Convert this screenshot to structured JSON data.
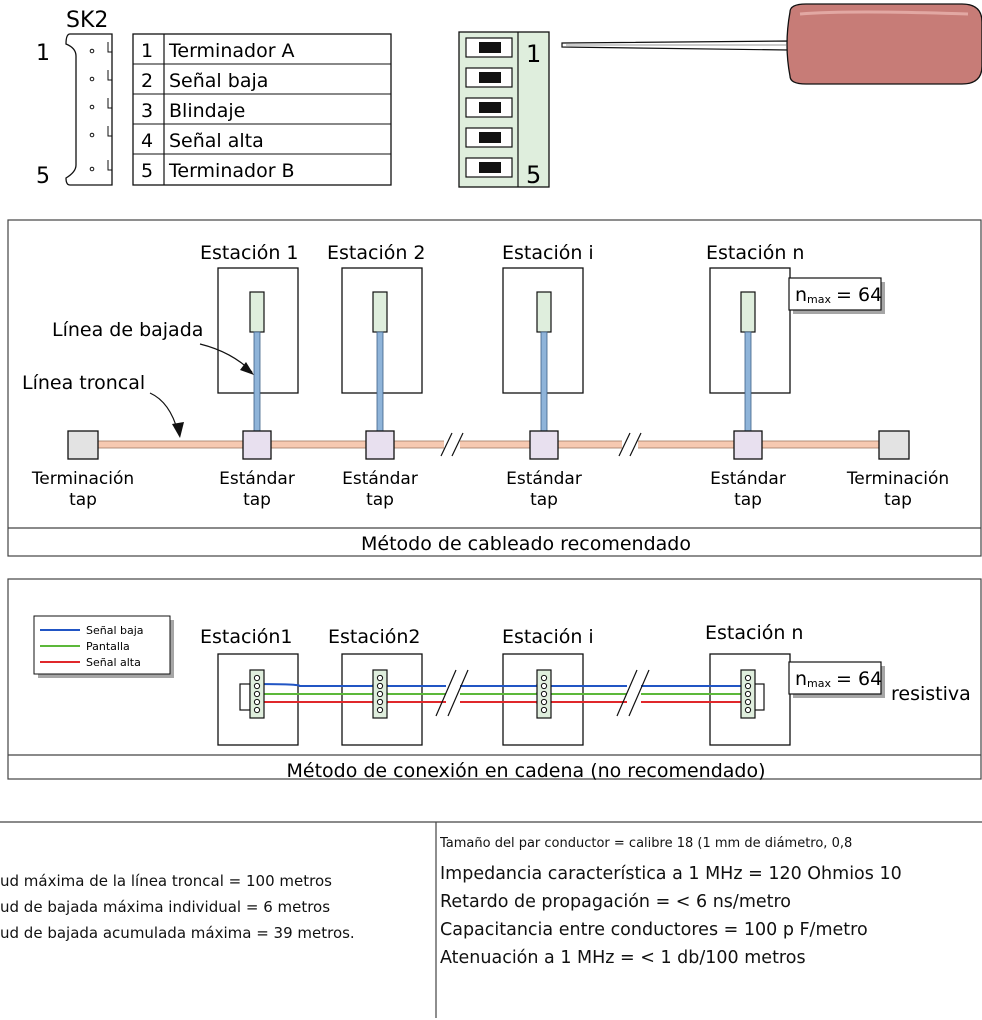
{
  "connector": {
    "title": "SK2",
    "pin_first": "1",
    "pin_last": "5",
    "pins": [
      {
        "num": "1",
        "label": "Terminador A"
      },
      {
        "num": "2",
        "label": "Señal baja"
      },
      {
        "num": "3",
        "label": "Blindaje"
      },
      {
        "num": "4",
        "label": "Señal alta"
      },
      {
        "num": "5",
        "label": "Terminador B"
      }
    ]
  },
  "switch_block": {
    "label_top": "1",
    "label_bottom": "5"
  },
  "recommended": {
    "caption": "Método de cableado recomendado",
    "stations": [
      "Estación 1",
      "Estación 2",
      "Estación i",
      "Estación n"
    ],
    "nmax_sub": "max",
    "nmax_value": " = 64",
    "drop_line_label": "Línea de bajada",
    "trunk_line_label": "Línea troncal",
    "taps": [
      {
        "l1": "Terminación",
        "l2": "tap"
      },
      {
        "l1": "Estándar",
        "l2": "tap"
      },
      {
        "l1": "Estándar",
        "l2": "tap"
      },
      {
        "l1": "Estándar",
        "l2": "tap"
      },
      {
        "l1": "Estándar",
        "l2": "tap"
      },
      {
        "l1": "Terminación",
        "l2": "tap"
      }
    ]
  },
  "daisy": {
    "caption": "Método de conexión en cadena (no recomendado)",
    "stations": [
      "Estación1",
      "Estación2",
      "Estación i",
      "Estación n"
    ],
    "nmax_sub": "max",
    "nmax_value": " = 64",
    "overflow_text": "resistiva",
    "legend": [
      {
        "label": "Señal baja",
        "color": "#2155c4"
      },
      {
        "label": "Pantalla",
        "color": "#5cb83a"
      },
      {
        "label": "Señal alta",
        "color": "#e0282b"
      }
    ]
  },
  "specs": {
    "left": [
      "ud máxima de la línea troncal = 100 metros",
      "ud de bajada máxima individual = 6 metros",
      "ud de bajada acumulada máxima = 39 metros."
    ],
    "right_small": "Tamaño del par conductor = calibre 18 (1 mm de diámetro, 0,8",
    "right": [
      "Impedancia característica a 1 MHz = 120 Ohmios 10",
      "Retardo de propagación = < 6 ns/metro",
      "Capacitancia entre conductores = 100 p F/metro",
      "Atenuación a 1 MHz = < 1 db/100 metros"
    ]
  },
  "colors": {
    "terminal_green": "#dfeedd",
    "trunk_cable": "#f6c9b1",
    "drop_cable": "#8fb4d9",
    "tap_fill": "#e8e0ef",
    "terminator_fill": "#e3e3e3",
    "screwdriver_handle": "#c77c77"
  }
}
